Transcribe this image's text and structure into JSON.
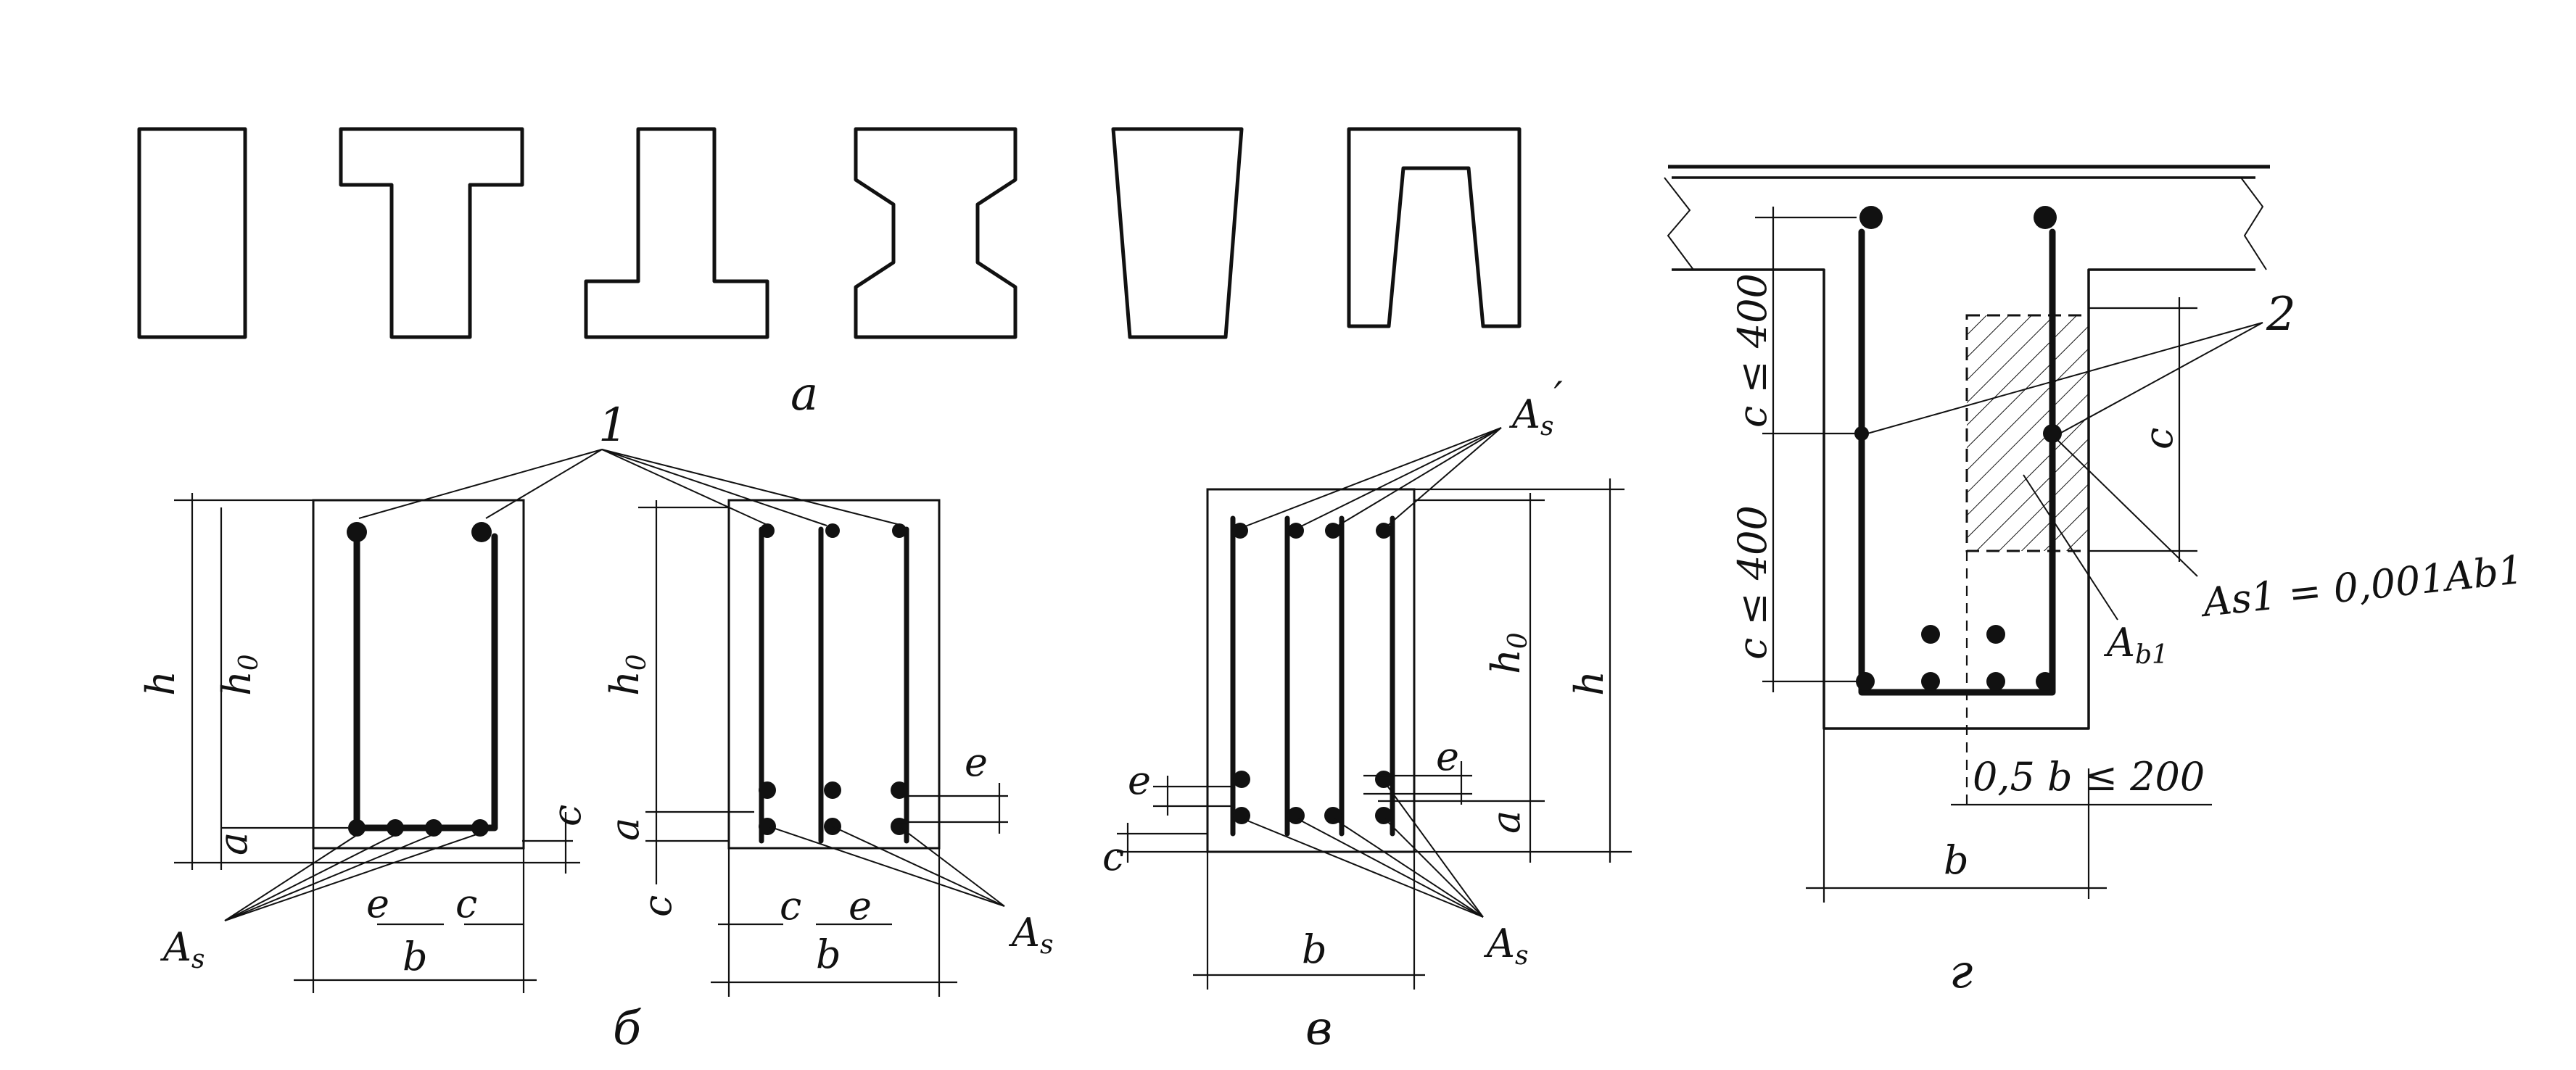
{
  "panel_labels": {
    "a": "а",
    "b": "б",
    "v": "в",
    "g": "г"
  },
  "callouts": {
    "n1": "1",
    "n2": "2"
  },
  "dims": {
    "h": "h",
    "h0": "h",
    "h0_sub": "0",
    "a": "a",
    "c": "c",
    "e": "e",
    "b": "b",
    "c_le_400": "c ≤ 400",
    "b_half": "0,5 b ≤ 200"
  },
  "areas": {
    "As": "A",
    "As_sub": "s",
    "As_prime": "A",
    "As_prime_sub": "s",
    "As_prime_mark": "′",
    "Ab1": "A",
    "Ab1_sub": "b1",
    "As1_formula": "As1 = 0,001Ab1"
  }
}
